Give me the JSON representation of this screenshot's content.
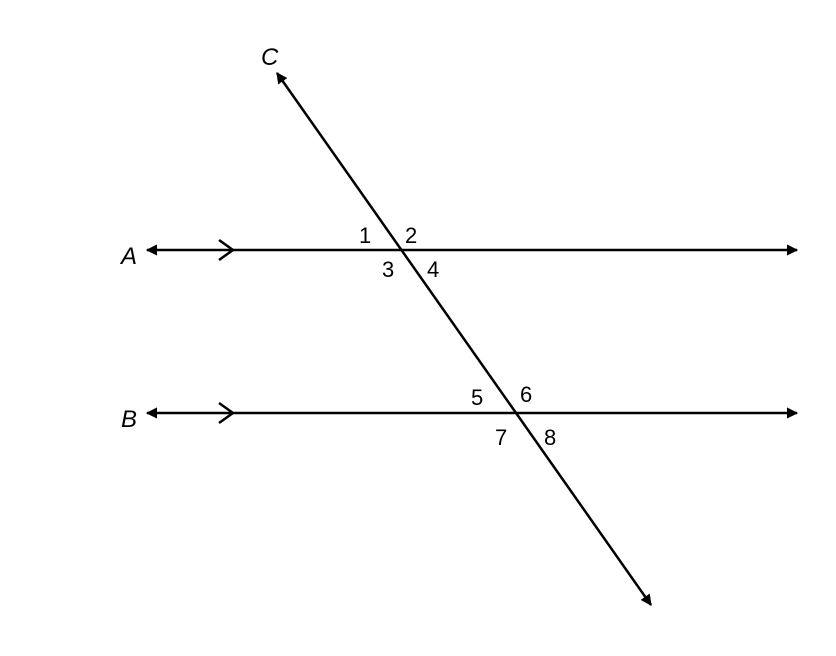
{
  "diagram": {
    "lines": [
      {
        "name": "A",
        "label": "A",
        "type": "parallel"
      },
      {
        "name": "B",
        "label": "B",
        "type": "parallel"
      },
      {
        "name": "C",
        "label": "C",
        "type": "transversal"
      }
    ],
    "angles_at_A": [
      "1",
      "2",
      "3",
      "4"
    ],
    "angles_at_B": [
      "5",
      "6",
      "7",
      "8"
    ],
    "stroke_color": "#000000",
    "background_color": "#ffffff"
  }
}
